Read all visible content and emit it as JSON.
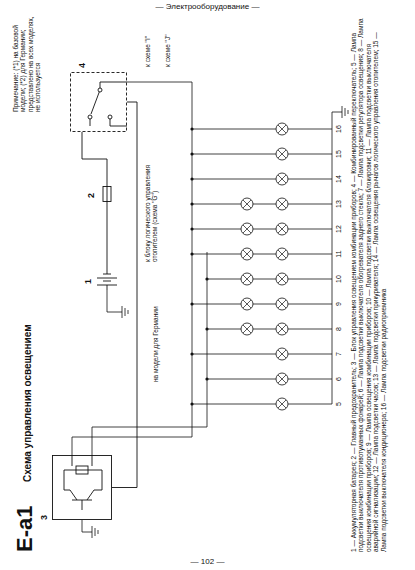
{
  "diagram": {
    "title": "Схема управления освещением",
    "caption": "1 — Аккумуляторная батарея; 2 — Главный предохранитель; 3 — Блок управления освещением комбинации приборов; 4 — Комбинированный переключатель; 5 — Лампа подсветки выключателя противотуманных фонарей; 6 — Лампа подсветки выключателя обогревателя заднего стекла; 7 — Лампа подсветки регулятора освещения; 8 — Лампа освещения комбинации приборов; 9 — Лампа освещения комбинации приборов; 10 — Лампа подсветки выключателя блокировки; 11 — Лампа подсветки выключателя аварийной сигнализации; 12 — Лампа подсветки часов; 13 — Лампа подсветки прикуривателя; 14 — Лампа освещения рычагов логического управления отопителем; 15 — Лампа подсветки выключателя кондиционера; 16 — Лампа подсветки радиоприемника",
    "nodes": [
      {
        "text": [
          "1"
        ]
      },
      {
        "text": [
          "2"
        ]
      },
      {
        "text": [
          "3"
        ]
      },
      {
        "text": [
          "4"
        ]
      }
    ],
    "edges": [
      {
        "from": 0,
        "to": 1,
        "arrow": "none"
      },
      {
        "from": 1,
        "to": 3,
        "arrow": "none"
      },
      {
        "from": 3,
        "to": 2,
        "arrow": "none"
      }
    ],
    "labels": [
      "— Электрооборудование —",
      "— 102 —",
      "E-a1",
      "5",
      "6",
      "7",
      "8",
      "9",
      "10",
      "11",
      "12",
      "13",
      "14",
      "15",
      "16",
      "на модели для Германии",
      "к блоку логического управления отопителем (схема \"G\")",
      "к схеме \"I\"",
      "к схеме \"J\"",
      "Примечание: (*1) на базовой модели; (*2) для Германии; представлено на всех моделях, не используется"
    ]
  }
}
